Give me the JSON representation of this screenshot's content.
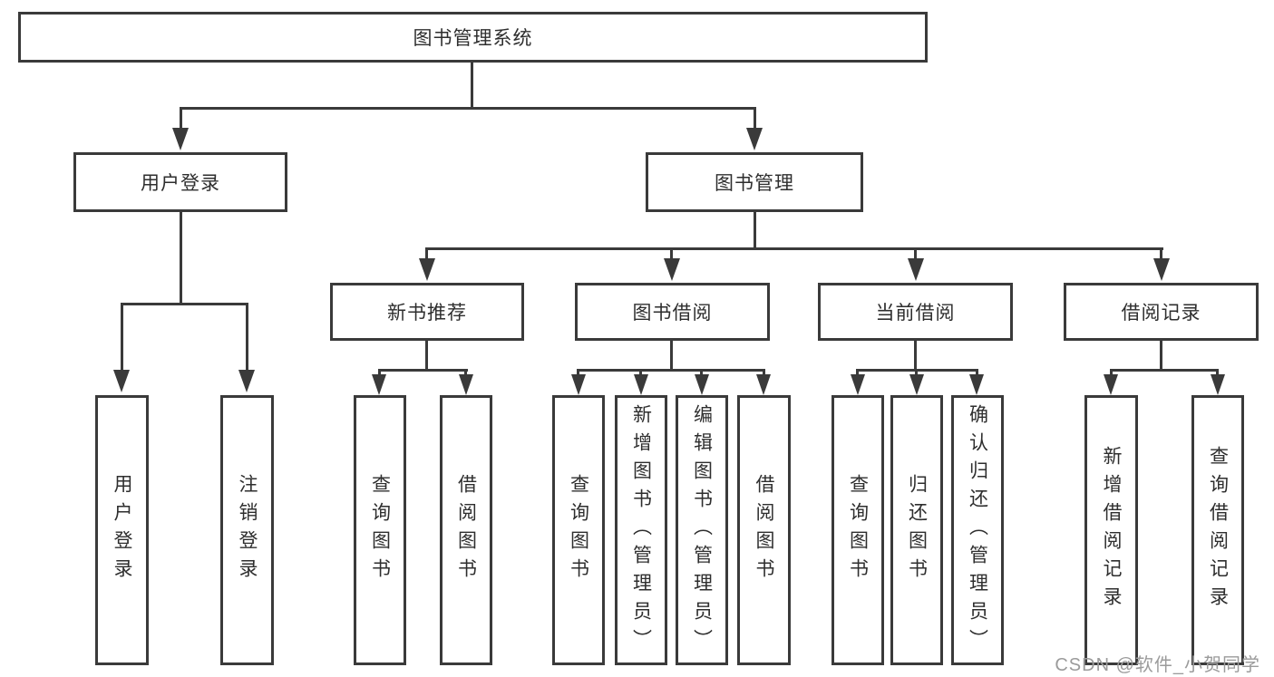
{
  "diagram_title": "图书管理系统",
  "nodes": {
    "root": {
      "label": "图书管理系统"
    },
    "user_login": {
      "label": "用户登录"
    },
    "book_mgmt": {
      "label": "图书管理"
    },
    "new_book": {
      "label": "新书推荐"
    },
    "book_borrow": {
      "label": "图书借阅"
    },
    "current_borrow": {
      "label": "当前借阅"
    },
    "borrow_record": {
      "label": "借阅记录"
    },
    "leaf_user_login": {
      "label": "用户登录"
    },
    "leaf_logout": {
      "label": "注销登录"
    },
    "leaf_query_book_a": {
      "label": "查询图书"
    },
    "leaf_borrow_book_a": {
      "label": "借阅图书"
    },
    "leaf_query_book_b": {
      "label": "查询图书"
    },
    "leaf_add_book": {
      "label": "新增图书（管理员）"
    },
    "leaf_edit_book": {
      "label": "编辑图书（管理员）"
    },
    "leaf_borrow_book_b": {
      "label": "借阅图书"
    },
    "leaf_query_book_c": {
      "label": "查询图书"
    },
    "leaf_return_book": {
      "label": "归还图书"
    },
    "leaf_confirm_return": {
      "label": "确认归还（管理员）"
    },
    "leaf_add_record": {
      "label": "新增借阅记录"
    },
    "leaf_query_record": {
      "label": "查询借阅记录"
    }
  },
  "watermark": "CSDN @软件_小贺同学",
  "colors": {
    "line": "#3a3a3a",
    "text": "#2e2e2e",
    "watermark": "#9b9b9b",
    "background": "#ffffff"
  }
}
